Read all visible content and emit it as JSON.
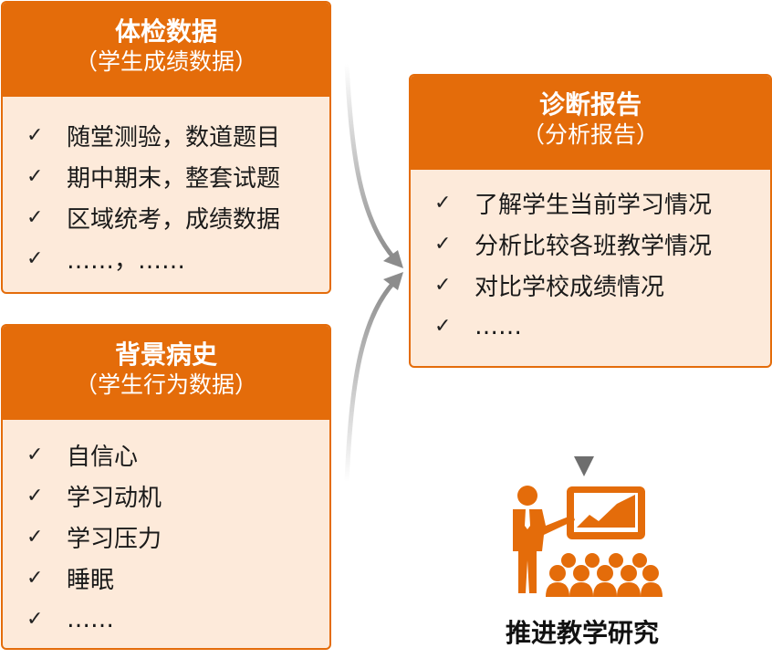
{
  "exam_card": {
    "title": "体检数据",
    "subtitle": "（学生成绩数据）",
    "items": [
      "随堂测验，数道题目",
      "期中期末，整套试题",
      "区域统考，成绩数据",
      "……，……"
    ]
  },
  "background_card": {
    "title": "背景病史",
    "subtitle": "（学生行为数据）",
    "items": [
      "自信心",
      "学习动机",
      "学习压力",
      "睡眠",
      "……"
    ]
  },
  "report_card": {
    "title": "诊断报告",
    "subtitle": "（分析报告）",
    "items": [
      "了解学生当前学习情况",
      "分析比较各班教学情况",
      "对比学校成绩情况",
      "……"
    ]
  },
  "check_mark": "✓",
  "caption": "推进教学研究",
  "colors": {
    "accent": "#e46c0a",
    "card_fill": "#fdeada",
    "arrow_gray": "#8c8c8c"
  },
  "icons": [
    "check-icon",
    "teacher-presentation-icon"
  ]
}
